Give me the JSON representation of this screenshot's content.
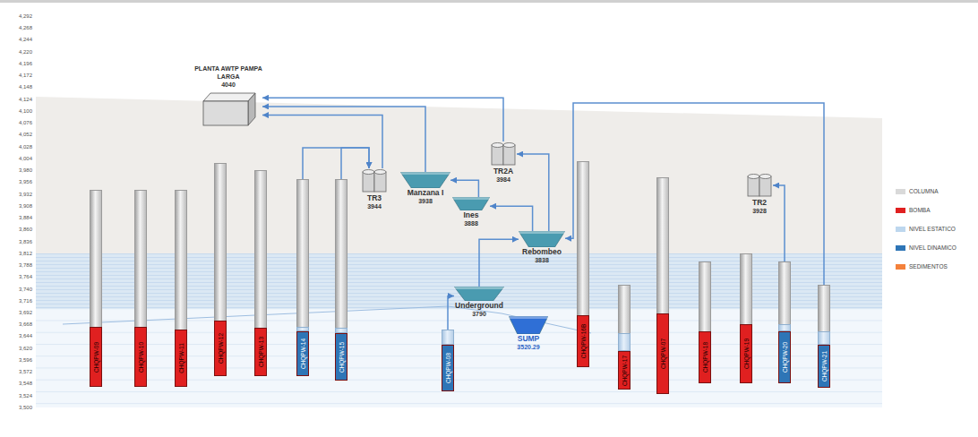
{
  "diagram": {
    "nodes": [
      {
        "text": [
          "PLANTA AWTP PAMPA LARGA",
          "4040"
        ]
      },
      {
        "text": [
          "TR3",
          "3944"
        ]
      },
      {
        "text": [
          "Manzana I",
          "3938"
        ]
      },
      {
        "text": [
          "TR2A",
          "3984"
        ]
      },
      {
        "text": [
          "Ines",
          "3888"
        ]
      },
      {
        "text": [
          "Rebombeo",
          "3838"
        ]
      },
      {
        "text": [
          "TR2",
          "3928"
        ]
      },
      {
        "text": [
          "Underground",
          "3790"
        ]
      },
      {
        "text": [
          "SUMP",
          "3520.29"
        ]
      },
      {
        "text": [
          "CHQPW-09"
        ]
      },
      {
        "text": [
          "CHQPW-10"
        ]
      },
      {
        "text": [
          "CHQPW-11"
        ]
      },
      {
        "text": [
          "CHQPW-12"
        ]
      },
      {
        "text": [
          "CHQPW-13"
        ]
      },
      {
        "text": [
          "CHQPW-14"
        ]
      },
      {
        "text": [
          "CHQPW-15"
        ]
      },
      {
        "text": [
          "CHQPW-08"
        ]
      },
      {
        "text": [
          "CHQPW-16B"
        ]
      },
      {
        "text": [
          "CHQPW-17"
        ]
      },
      {
        "text": [
          "CHQPW-07"
        ]
      },
      {
        "text": [
          "CHQPW-18"
        ]
      },
      {
        "text": [
          "CHQPW-19"
        ]
      },
      {
        "text": [
          "CHQPW-20"
        ]
      },
      {
        "text": [
          "CHQPW-21"
        ]
      }
    ],
    "edges": [
      {
        "from": 14,
        "to": 1,
        "arrow": "to"
      },
      {
        "from": 15,
        "to": 1,
        "arrow": "to"
      },
      {
        "from": 1,
        "to": 0,
        "arrow": "to"
      },
      {
        "from": 2,
        "to": 0,
        "arrow": "to"
      },
      {
        "from": 3,
        "to": 0,
        "arrow": "to"
      },
      {
        "from": 4,
        "to": 2,
        "arrow": "to"
      },
      {
        "from": 5,
        "to": 4,
        "arrow": "to"
      },
      {
        "from": 5,
        "to": 3,
        "arrow": "to"
      },
      {
        "from": 23,
        "to": 5,
        "arrow": "to"
      },
      {
        "from": 16,
        "to": 7,
        "arrow": "to"
      },
      {
        "from": 7,
        "to": 5,
        "arrow": "to"
      },
      {
        "from": 22,
        "to": 6,
        "arrow": "to"
      }
    ],
    "labels": [
      "4,292",
      "4,268",
      "4,244",
      "4,220",
      "4,196",
      "4,172",
      "4,148",
      "4,124",
      "4,100",
      "4,076",
      "4,052",
      "4,028",
      "4,004",
      "3,980",
      "3,956",
      "3,932",
      "3,908",
      "3,884",
      "3,860",
      "3,836",
      "3,812",
      "3,788",
      "3,764",
      "3,740",
      "3,716",
      "3,692",
      "3,668",
      "3,644",
      "3,620",
      "3,596",
      "3,572",
      "3,548",
      "3,524",
      "3,500"
    ],
    "legend": [
      {
        "text": "COLUMNA",
        "color": "#d9d9d9"
      },
      {
        "text": "BOMBA",
        "color": "#e02020"
      },
      {
        "text": "NIVEL ESTATICO",
        "color": "#bdd7ee"
      },
      {
        "text": "NIVEL DINAMICO",
        "color": "#2e75b6"
      },
      {
        "text": "SEDIMENTOS",
        "color": "#f4813b"
      }
    ]
  }
}
